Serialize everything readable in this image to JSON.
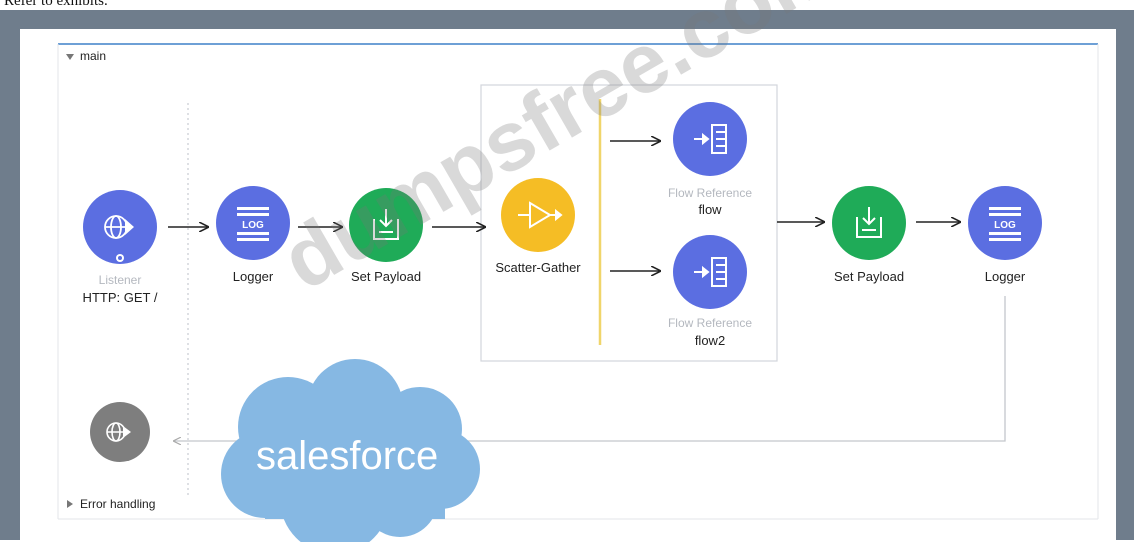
{
  "caption": "Refer to exhibits.",
  "flow": {
    "name": "main"
  },
  "components": {
    "listener": {
      "type": "Listener",
      "name": "HTTP: GET /"
    },
    "logger1": {
      "name": "Logger"
    },
    "setpayload1": {
      "name": "Set Payload"
    },
    "scatter": {
      "name": "Scatter-Gather"
    },
    "flowref1": {
      "type": "Flow Reference",
      "name": "flow"
    },
    "flowref2": {
      "type": "Flow Reference",
      "name": "flow2"
    },
    "setpayload2": {
      "name": "Set Payload"
    },
    "logger2": {
      "name": "Logger"
    }
  },
  "error_section": {
    "label": "Error handling"
  },
  "watermark": {
    "text": "dumpsfree.com"
  },
  "brand": {
    "text": "salesforce"
  },
  "icons": {
    "listener": "globe-arrow-icon",
    "logger": "log-icon",
    "set_payload": "set-payload-icon",
    "scatter_gather": "scatter-gather-icon",
    "flow_reference": "flow-reference-icon",
    "response": "globe-arrow-icon"
  },
  "colors": {
    "connector_blue": "#5b6ee1",
    "transformer_green": "#1fab58",
    "router_yellow": "#f5bd25",
    "response_gray": "#7e7e7e",
    "scope_line": "#f0d56a",
    "cloud": "#86b8e3"
  }
}
